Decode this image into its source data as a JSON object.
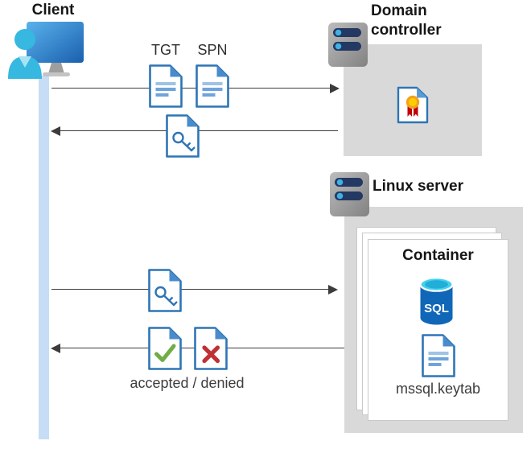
{
  "diagram_type": "kerberos-authentication-flow",
  "client": {
    "label": "Client"
  },
  "domain_controller": {
    "label": "Domain controller"
  },
  "linux_server": {
    "label": "Linux server"
  },
  "container": {
    "label": "Container",
    "sql_badge": "SQL",
    "keytab_file": "mssql.keytab"
  },
  "tickets": {
    "tgt": "TGT",
    "spn": "SPN"
  },
  "response_label": "accepted / denied",
  "flows": [
    {
      "step": 1,
      "from": "client",
      "to": "domain-controller",
      "direction": "right",
      "items": [
        "TGT",
        "SPN"
      ]
    },
    {
      "step": 2,
      "from": "domain-controller",
      "to": "client",
      "direction": "left",
      "items": [
        "service-ticket-key"
      ]
    },
    {
      "step": 3,
      "from": "client",
      "to": "linux-server-container",
      "direction": "right",
      "items": [
        "service-ticket-key"
      ]
    },
    {
      "step": 4,
      "from": "linux-server-container",
      "to": "client",
      "direction": "left",
      "items": [
        "accepted",
        "denied"
      ],
      "label": "accepted / denied"
    }
  ],
  "colors": {
    "doc_border_blue": "#2E75B6",
    "doc_line_light": "#9DC3E6",
    "doc_line_mid": "#6FA3DC",
    "client_stream_blue": "#C6DDF5",
    "box_gray": "#D9D9D9",
    "server_bar_navy": "#233862",
    "server_dot_cyan": "#3FB1E3",
    "accepted_green": "#70AD47",
    "denied_red": "#BF3134",
    "seal_gold": "#EFA41E",
    "seal_ribbon_red": "#C00000",
    "sql_body_blue": "#1067B8",
    "sql_top_cyan": "#45D1EE",
    "arrow_dark": "#3C3C3C"
  }
}
